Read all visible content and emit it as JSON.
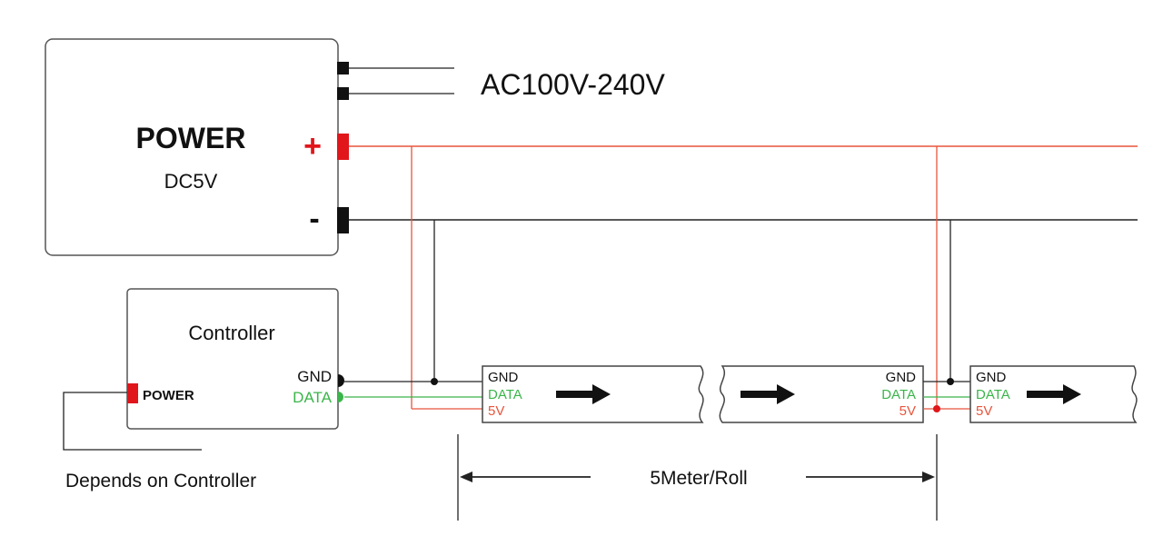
{
  "power_supply": {
    "title": "POWER",
    "voltage": "DC5V",
    "plus_symbol": "+",
    "minus_symbol": "-",
    "ac_input": "AC100V-240V"
  },
  "controller": {
    "title": "Controller",
    "power_label": "POWER",
    "gnd_label": "GND",
    "data_label": "DATA",
    "note": "Depends on Controller"
  },
  "strip_labels": {
    "gnd": "GND",
    "data": "DATA",
    "v5": "5V"
  },
  "dimension": {
    "label": "5Meter/Roll"
  },
  "colors": {
    "positive_wire": "#e8553c",
    "negative_wire": "#222222",
    "data_wire": "#3bb54a",
    "terminal_red": "#e0161b"
  }
}
